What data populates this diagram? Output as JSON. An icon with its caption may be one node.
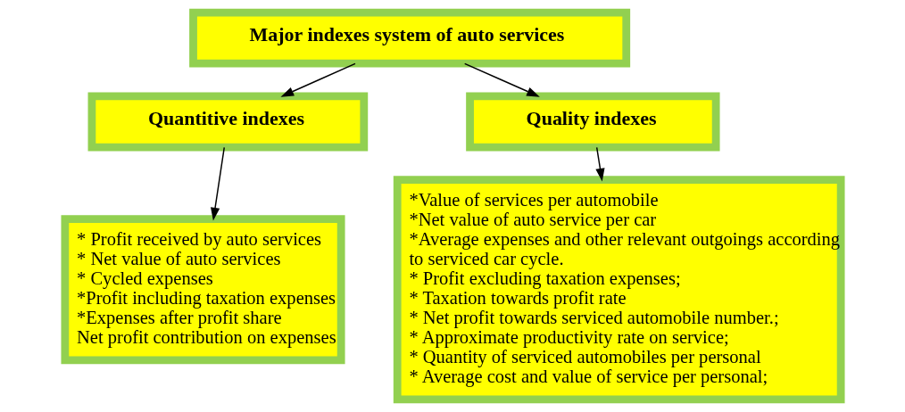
{
  "diagram": {
    "nodes": [
      {
        "text": [
          "Major indexes system of auto services"
        ]
      },
      {
        "text": [
          "Quantitive indexes"
        ]
      },
      {
        "text": [
          "Quality indexes"
        ]
      },
      {
        "text": [
          "* Profit received by auto services",
          "* Net value of auto services",
          "* Cycled expenses",
          "*Profit including taxation expenses",
          "*Expenses after profit share",
          "Net profit contribution on expenses"
        ]
      },
      {
        "text": [
          "*Value of services per automobile",
          "*Net value of auto service per car",
          "*Average expenses and other relevant outgoings according to serviced car cycle.",
          "* Profit excluding taxation expenses;",
          "* Taxation towards profit rate",
          "* Net profit towards serviced automobile number.;",
          "* Approximate productivity rate on service;",
          "* Quantity of serviced automobiles per personal",
          "* Average cost and value of service per personal;"
        ]
      }
    ],
    "edges": [
      {
        "from": 0,
        "to": 1,
        "arrow": "to"
      },
      {
        "from": 0,
        "to": 2,
        "arrow": "to"
      },
      {
        "from": 1,
        "to": 3,
        "arrow": "to"
      },
      {
        "from": 2,
        "to": 4,
        "arrow": "to"
      }
    ]
  }
}
